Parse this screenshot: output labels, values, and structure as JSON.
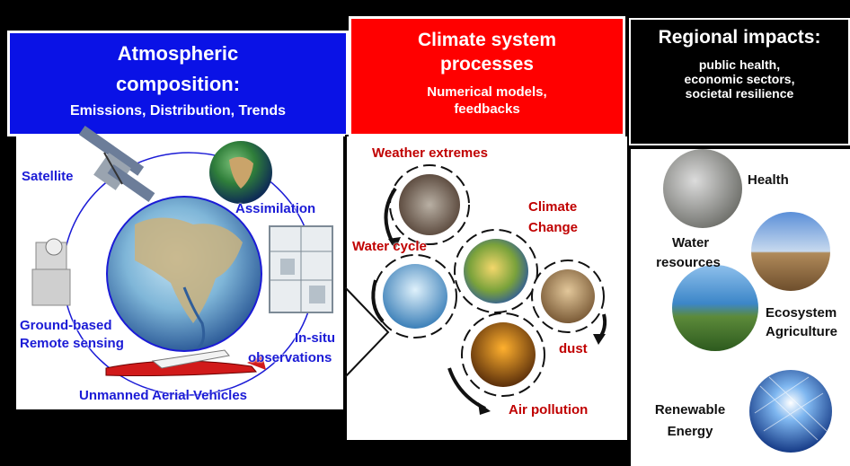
{
  "col1": {
    "title_line1": "Atmospheric",
    "title_line2": "composition:",
    "subtitle": "Emissions, Distribution, Trends",
    "labels": {
      "satellite": "Satellite",
      "assimilation": "Assimilation",
      "ground_line1": "Ground-based",
      "ground_line2": "Remote sensing",
      "insitu_line1": "In-situ",
      "insitu_line2": "observations",
      "uav": "Unmanned Aerial Vehicles"
    }
  },
  "col2": {
    "title_line1": "Climate system",
    "title_line2": "processes",
    "subtitle_line1": "Numerical models,",
    "subtitle_line2": "feedbacks",
    "labels": {
      "weather": "Weather extremes",
      "climate_line1": "Climate",
      "climate_line2": "Change",
      "water": "Water cycle",
      "dust": "dust",
      "air": "Air pollution"
    }
  },
  "col3": {
    "title": "Regional impacts:",
    "sub_line1": "public health,",
    "sub_line2": "economic sectors,",
    "sub_line3": "societal resilience",
    "labels": {
      "health": "Health",
      "water_line1": "Water",
      "water_line2": "resources",
      "eco_line1": "Ecosystem",
      "eco_line2": "Agriculture",
      "renew_line1": "Renewable",
      "renew_line2": "Energy"
    }
  }
}
